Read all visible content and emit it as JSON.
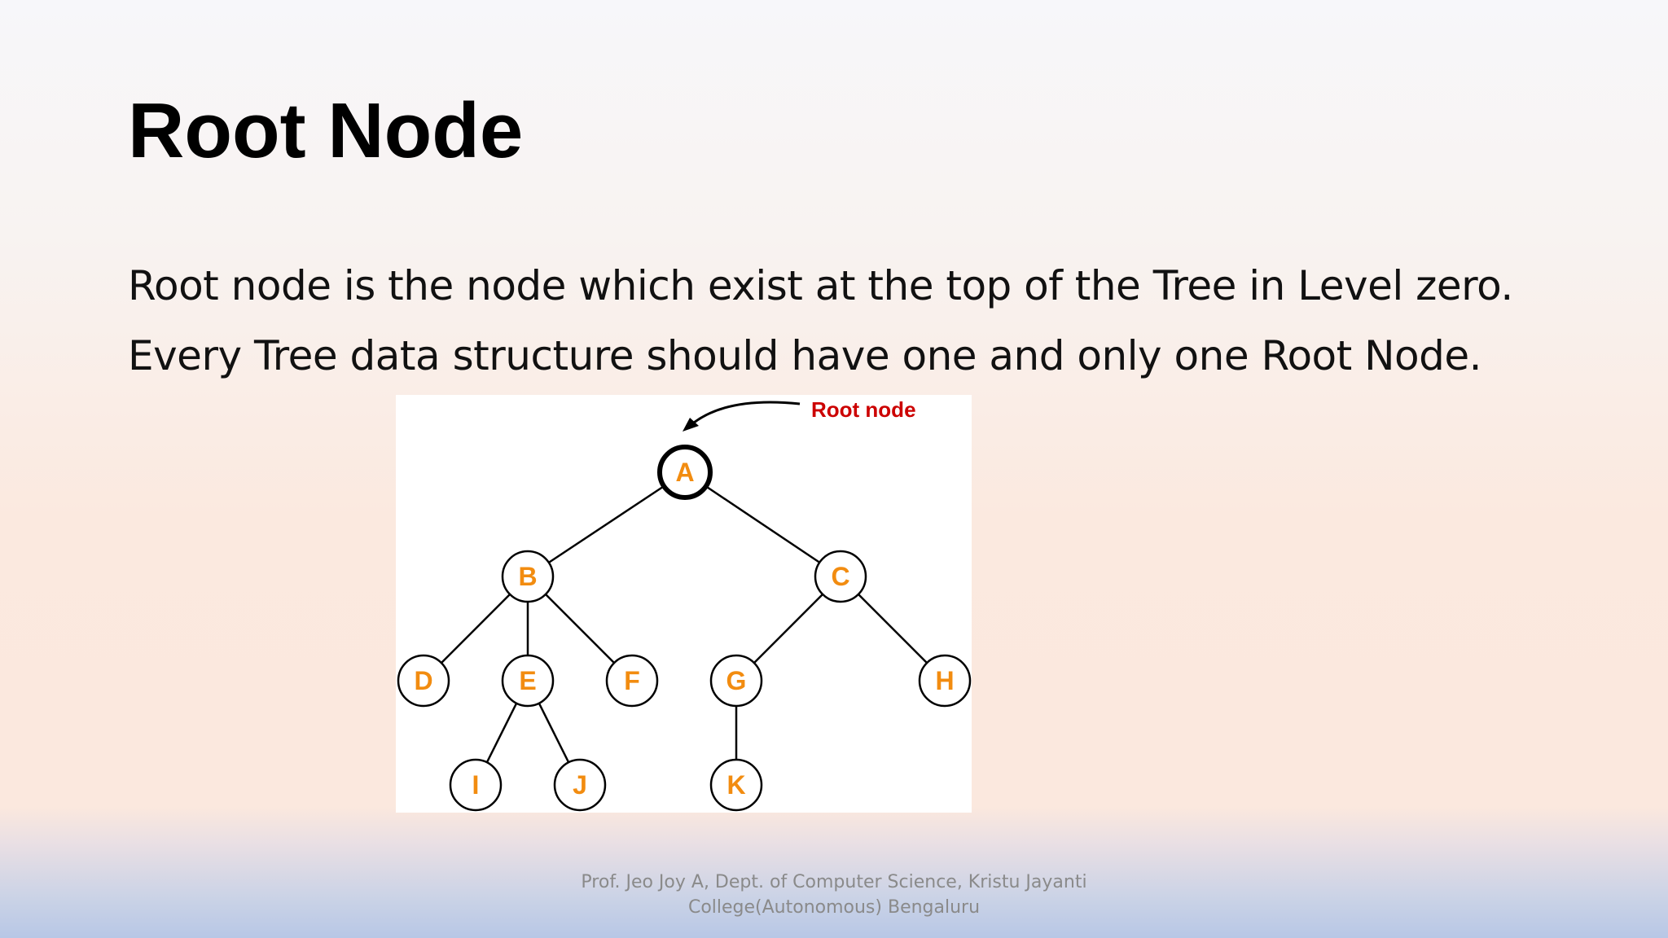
{
  "slide": {
    "title": "Root Node",
    "paragraphs": [
      "Root node is the node which exist at the top of the Tree in Level zero.",
      "Every Tree data structure should have one and only one Root Node."
    ],
    "footer": {
      "line1": "Prof. Jeo Joy A, Dept. of Computer Science, Kristu Jayanti",
      "line2": "College(Autonomous) Bengaluru"
    }
  },
  "tree": {
    "callout_label": "Root node",
    "root": "A",
    "nodes": [
      "A",
      "B",
      "C",
      "D",
      "E",
      "F",
      "G",
      "H",
      "I",
      "J",
      "K"
    ],
    "edges": [
      [
        "A",
        "B"
      ],
      [
        "A",
        "C"
      ],
      [
        "B",
        "D"
      ],
      [
        "B",
        "E"
      ],
      [
        "B",
        "F"
      ],
      [
        "C",
        "G"
      ],
      [
        "C",
        "H"
      ],
      [
        "E",
        "I"
      ],
      [
        "E",
        "J"
      ],
      [
        "G",
        "K"
      ]
    ],
    "colors": {
      "node_label": "#f28c10",
      "callout": "#cc0000",
      "stroke": "#000000"
    }
  }
}
